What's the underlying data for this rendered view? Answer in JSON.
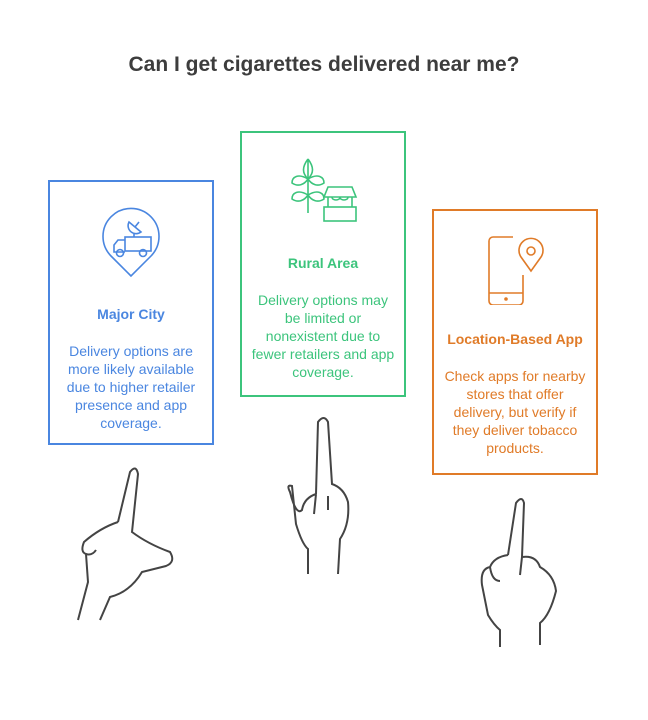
{
  "title": "Can I get cigarettes delivered near me?",
  "cards": [
    {
      "heading": "Major City",
      "text": "Delivery options are more likely available due to higher retailer presence and app coverage.",
      "icon": "pin-truck-satellite-icon",
      "color": "#4a86e0"
    },
    {
      "heading": "Rural Area",
      "text": "Delivery options may be limited or nonexistent due to fewer retailers and app coverage.",
      "icon": "wheat-store-icon",
      "color": "#3cc47c"
    },
    {
      "heading": "Location-Based App",
      "text": "Check apps for nearby stores that offer delivery, but verify if they deliver tobacco products.",
      "icon": "phone-location-icon",
      "color": "#e07b28"
    }
  ]
}
